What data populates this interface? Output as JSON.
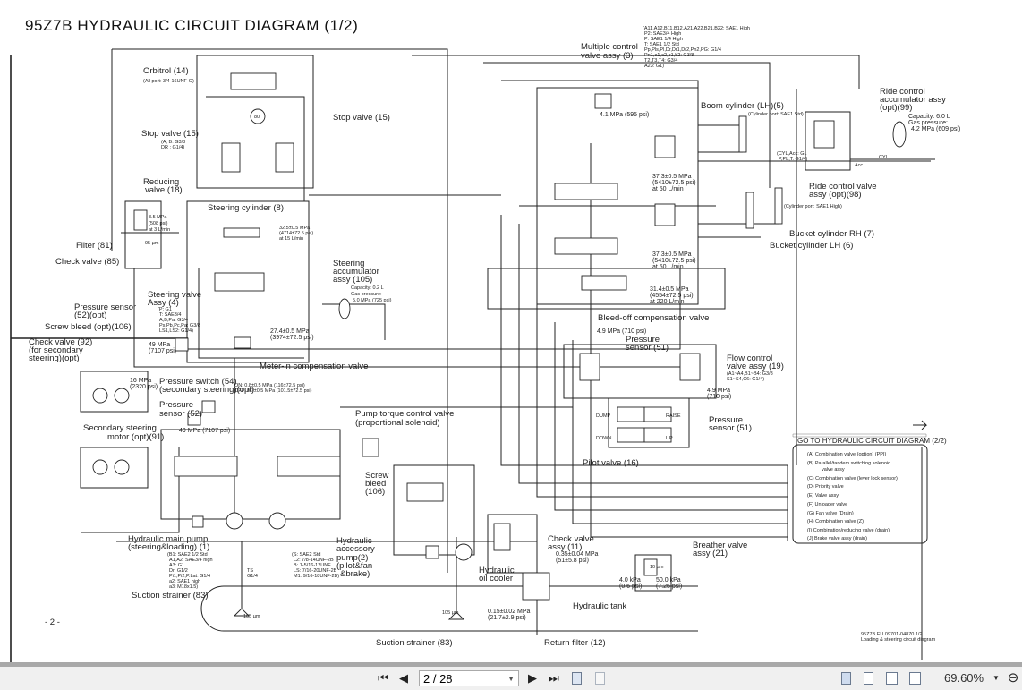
{
  "document": {
    "title": "95Z7B HYDRAULIC CIRCUIT DIAGRAM (1/2)",
    "page_number_label": "- 2 -",
    "doc_code": "95Z7B EU 09701-04870 1/2",
    "doc_subtitle": "Loading & steering circuit diagram"
  },
  "labels": {
    "orbitrol": "Orbitrol (14)",
    "orbitrol_port": "(All port: 3/4-16UNF-O)",
    "stop_valve_r": "Stop valve (15)",
    "stop_valve_l": "Stop valve (15)",
    "stop_valve_ports_1": "(A, B: G3/8",
    "stop_valve_ports_2": "DR : G1/4)",
    "reducing_1": "Reducing",
    "reducing_2": "valve (18)",
    "reducing_p1": "3.5 MPa",
    "reducing_p2": "(508 psi)",
    "reducing_p3": "at 3 L/min",
    "filter": "Filter (81)",
    "filter_mesh": "95 µm",
    "check85": "Check valve (85)",
    "steer_cyl": "Steering cylinder (8)",
    "steer_relief_1": "32.5±0.5 MPa",
    "steer_relief_2": "(4714±72.5 psi)",
    "steer_relief_3": "at 15 L/min",
    "steer_acc_1": "Steering",
    "steer_acc_2": "accumulator",
    "steer_acc_3": "assy (105)",
    "steer_acc_cap": "Capacity: 0.2 L",
    "steer_acc_gas": "Gas pressure:",
    "steer_acc_gp": "5.0 MPa (725 psi)",
    "steer_valve_1": "Steering valve",
    "steer_valve_2": "Assy (4)",
    "steer_valve_ports": [
      "(P: G1",
      "T: SAE3/4",
      "A,B,Pa: G3/4",
      "Ps,Pb,Pc,Pa: G3/8",
      "LS1,LS2: G1/4)"
    ],
    "ps52opt_1": "Pressure sensor",
    "ps52opt_2": "(52)(opt)",
    "screw_bleed_opt": "Screw bleed (opt)(106)",
    "check92_1": "Check valve (92)",
    "check92_2": "(for secondary",
    "check92_3": "steering)(opt)",
    "p49_1": "49 MPa",
    "p49_2": "(7107 psi)",
    "p274_1": "27.4±0.5 MPa",
    "p274_2": "(3974±72.5 psi)",
    "meter_in": "Meter-in compensation valve",
    "pswitch_1": "Pressure switch (54)",
    "pswitch_2": "(secondary steering)(opt)",
    "pswitch_on": "ON: 0.8±0.5 MPa (116±72.5 psi)",
    "pswitch_off": "OFF: 0.7±0.5 MPa (101.5±72.5 psi)",
    "p16_1": "16 MPa",
    "p16_2": "(2320 psi)",
    "ps52_1": "Pressure",
    "ps52_2": "sensor (52)",
    "p49b": "49 MPa (7107 psi)",
    "sec_motor_1": "Secondary steering",
    "sec_motor_2": "motor (opt)(91)",
    "ptc_1": "Pump torque control valve",
    "ptc_2": "(proportional solenoid)",
    "sb106_1": "Screw",
    "sb106_2": "bleed",
    "sb106_3": "(106)",
    "main_pump_1": "Hydraulic main pump",
    "main_pump_2": "(steering&loading) (1)",
    "main_pump_ports": [
      "(B1: SAE2 1/2 Std",
      "A1,A2: SAE3/4 high",
      "A3: G1",
      "Dr: G1/2",
      "Pi1,Pi2,P.Lat: G1/4",
      "a2: SAE1 high",
      "a3: M18x1.5)"
    ],
    "acc_pump_ports": [
      "(S: SAE2 Std",
      "L2: 7/8-14UNF-2B",
      "B: 1-5/16-12UNF",
      "LS: 7/16-20UNF-2B",
      "M1: 9/16-18UNF-2B)"
    ],
    "acc_pump_1": "Hydraulic",
    "acc_pump_2": "accessory",
    "acc_pump_3": "pump(2)",
    "acc_pump_4": "(pilot&fan",
    "acc_pump_5": "&brake)",
    "ts_1": "TS",
    "ts_2": "G1/4",
    "suction_1": "Suction strainer (83)",
    "mesh_1": "105 µm",
    "mesh_2": "105 µm",
    "suction_2": "Suction strainer (83)",
    "oil_cooler_1": "Hydraulic",
    "oil_cooler_2": "oil cooler",
    "check11_1": "Check valve",
    "check11_2": "assy (11)",
    "check11_p1": "0.35±0.04 MPa",
    "check11_p2": "(51±5.8 psi)",
    "tank": "Hydraulic tank",
    "rf_p1": "0.15±0.02 MPa",
    "rf_p2": "(21.7±2.9 psi)",
    "return_filter": "Return filter (12)",
    "breather_1": "Breather valve",
    "breather_2": "assy (21)",
    "breather_mesh": "10 µm",
    "breather_a1": "4.0 kPa",
    "breather_a2": "(0.6 psi)",
    "breather_b1": "50.0 kPa",
    "breather_b2": "(7.25 psi)",
    "mcv_1": "Multiple control",
    "mcv_2": "valve assy (3)",
    "mcv_ports": [
      "(A11,A12,B11,B12,A21,A22,B21,B22: SAE1 High",
      "P2: SAE3/4 High",
      "P: SAE1 1/4 High",
      "T: SAE1 1/2 Std",
      "Pp,Pls,Pl,Dr,Dr1,Dr2,Pn2,PG: G1/4",
      "Pn1,a1,a2,b1,b2: G3/8",
      "T2,T3,T4: G3/4",
      "A23: G1)"
    ],
    "p41": "4.1 MPa (595 psi)",
    "boom_cyl": "Boom cylinder (LH)(5)",
    "boom_port": "(Cylinder port: SAE1 Std)",
    "p373a_1": "37.3±0.5 MPa",
    "p373a_2": "(5410±72.5 psi)",
    "p373a_3": "at 50 L/min",
    "p373b_1": "37.3±0.5 MPa",
    "p373b_2": "(5410±72.5 psi)",
    "p373b_3": "at 50 L/min",
    "p314_1": "31.4±0.5 MPa",
    "p314_2": "(4554±72.5 psi)",
    "p314_3": "at 220 L/min",
    "bleed_off": "Bleed-off compensation valve",
    "rca_1": "Ride control",
    "rca_2": "accumulator assy",
    "rca_3": "(opt)(99)",
    "rca_cap": "Capacity: 6.0 L",
    "rca_gas": "Gas pressure:",
    "rca_gp": "4.2 MPa (609 psi)",
    "rcv_ports_1": "(CYL,Acc: G1",
    "rcv_ports_2": "P,PL,T: G1/4)",
    "rcv_1": "Ride control valve",
    "rcv_2": "assy (opt)(98)",
    "bucket_port": "(Cylinder port: SAE1 High)",
    "bucket_rh": "Bucket cylinder RH (7)",
    "bucket_lh": "Bucket cylinder LH (6)",
    "p49c": "4.9 MPa (710 psi)",
    "ps51a_1": "Pressure",
    "ps51a_2": "sensor (51)",
    "fcv_1": "Flow control",
    "fcv_2": "valve assy (19)",
    "fcv_ports_1": "(A1~A4,B1~B4: G3/8",
    "fcv_ports_2": "S1~S4,C6: G1/4)",
    "p49d_1": "4.9 MPa",
    "p49d_2": "(710 psi)",
    "ps51b_1": "Pressure",
    "ps51b_2": "sensor (51)",
    "pilot_valve": "Pilot valve (16)",
    "dump": "DUMP",
    "raise": "RAISE",
    "down": "DOWN",
    "up": "UP",
    "cyl": "CYL",
    "acc": "Acc",
    "meter_display": "80"
  },
  "goto": {
    "title": "GO TO HYDRAULIC CIRCUIT DIAGRAM (2/2)",
    "items": [
      "(A)  Combination valve (option) (PPI)",
      "(B)  Parallel/tandem switching solenoid",
      "valve assy",
      "(C)  Combination valve (lever lock sensor)",
      "(D)  Priority valve",
      "(E)  Valve assy",
      "(F)  Unloader valve",
      "(G)  Fan valve (Drain)",
      "(H)  Combination valve (Z)",
      "(I)   Combination/reducing valve (drain)",
      "(J)  Brake valve assy (drain)"
    ]
  },
  "toolbar": {
    "first_page": "first-page",
    "prev_page": "previous-page",
    "page_value": "2 / 28",
    "next_page": "next-page",
    "last_page": "last-page",
    "zoom_value": "69.60%"
  }
}
